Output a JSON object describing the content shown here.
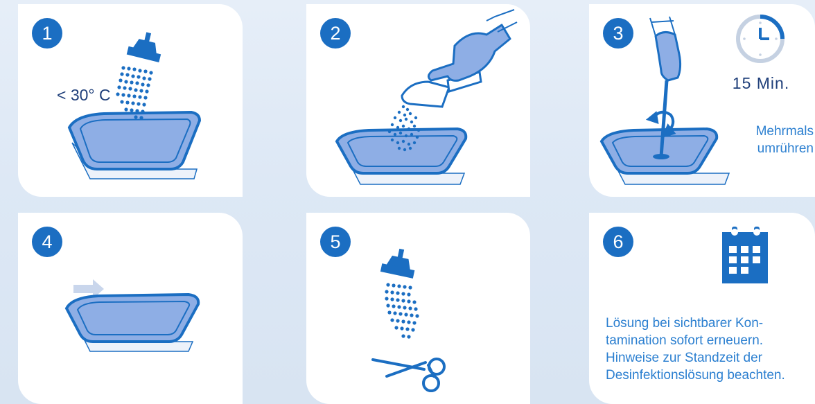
{
  "steps": [
    {
      "number": "1",
      "temperature": "< 30° C"
    },
    {
      "number": "2"
    },
    {
      "number": "3",
      "duration": "15 Min.",
      "instruction_lines": [
        "Mehrmals",
        "umrühren"
      ]
    },
    {
      "number": "4"
    },
    {
      "number": "5"
    },
    {
      "number": "6",
      "note_lines": [
        "Lösung bei sichtbarer Kon-",
        "tamination sofort erneuern.",
        "Hinweise zur Standzeit der",
        "Desinfektionslösung beachten."
      ]
    }
  ],
  "colors": {
    "accent": "#1b6ec2",
    "text_dark": "#1f3f7a",
    "text_blue": "#2b7fd0",
    "liquid": "#8eaee5",
    "tray_outline": "#1b6ec2"
  },
  "icons": [
    "shower-head-icon",
    "tray-icon",
    "scoop-icon",
    "gloved-hand-icon",
    "stirring-arrow-icon",
    "clock-icon",
    "calendar-icon",
    "scissors-icon",
    "arrow-icon"
  ]
}
